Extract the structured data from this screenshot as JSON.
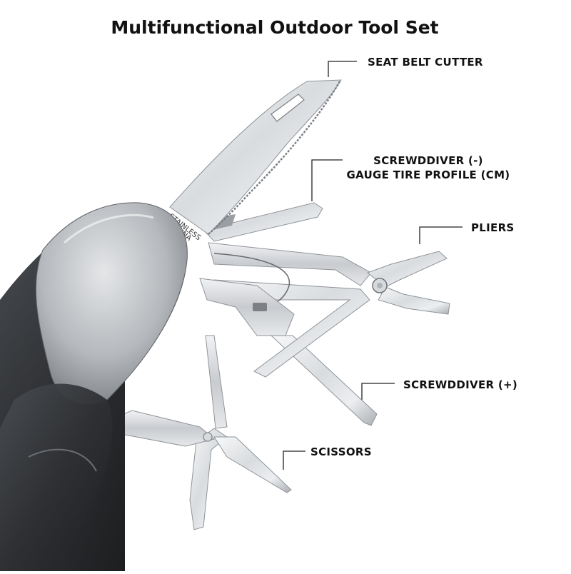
{
  "title": "Multifunctional Outdoor Tool Set",
  "labels": {
    "seat_belt_cutter": "SEAT BELT CUTTER",
    "screwdriver_minus": "SCREWDDIVER (-)",
    "gauge_tire_profile": "GAUGE TIRE PROFILE (CM)",
    "pliers": "PLIERS",
    "screwdriver_plus": "SCREWDDIVER (+)",
    "scissors": "SCISSORS"
  },
  "blade_engraving": [
    "STAINLESS",
    "CHINA"
  ],
  "colors": {
    "background": "#ffffff",
    "text": "#111111",
    "steel_light": "#eef0f2",
    "steel_dark": "#9ea3a8",
    "handle_dark": "#2e3033",
    "handle_metal": "#b9bcc0"
  }
}
